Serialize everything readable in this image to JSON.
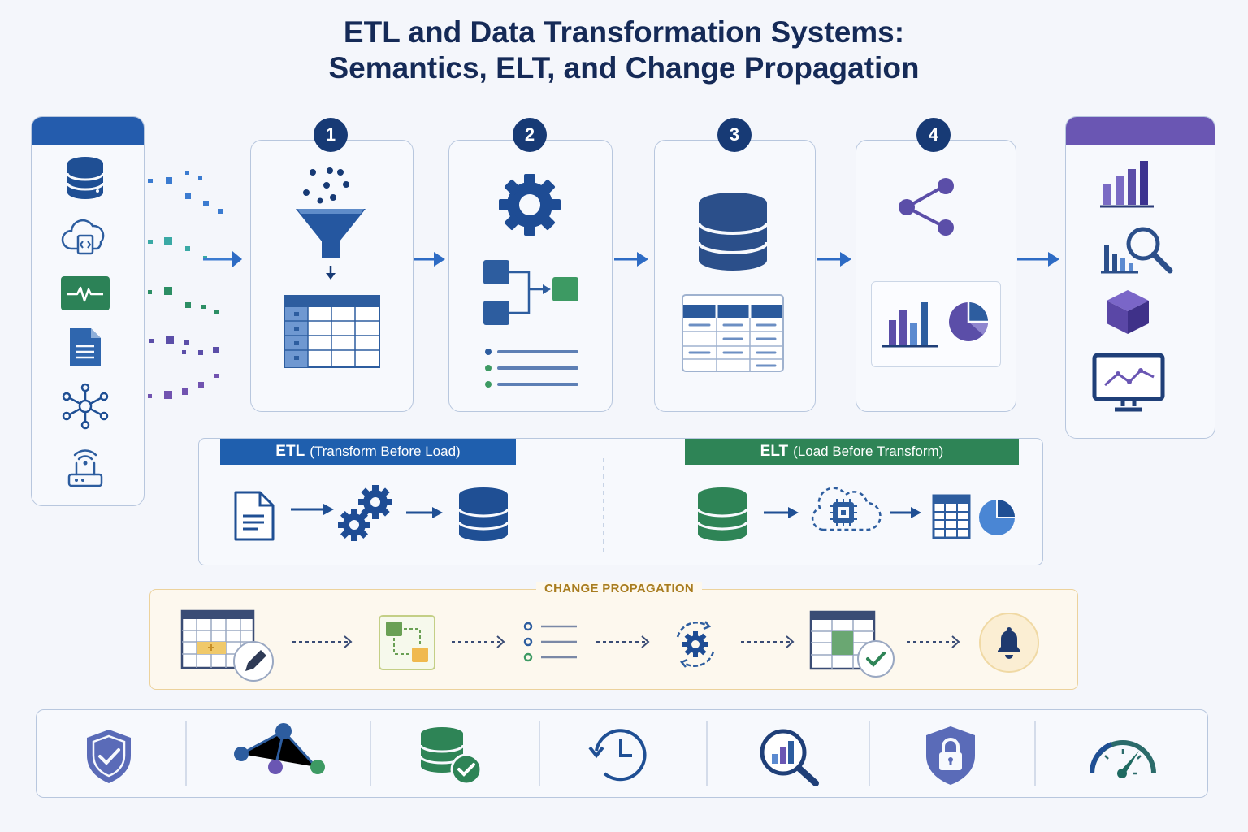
{
  "title": {
    "line1": "ETL and Data Transformation Systems:",
    "line2": "Semantics, ELT, and Change Propagation"
  },
  "sources": {
    "icons": [
      "database-icon",
      "cloud-api-icon",
      "heart-monitor-icon",
      "document-icon",
      "network-hub-icon",
      "wifi-router-icon"
    ]
  },
  "steps": [
    {
      "number": "1",
      "icons": [
        "funnel-icon",
        "staging-table-icon"
      ]
    },
    {
      "number": "2",
      "icons": [
        "gear-icon",
        "mapping-flow-icon",
        "rule-list-icon"
      ]
    },
    {
      "number": "3",
      "icons": [
        "database-icon",
        "warehouse-table-icon"
      ]
    },
    {
      "number": "4",
      "icons": [
        "share-icon",
        "bar-chart-icon",
        "pie-chart-icon"
      ]
    }
  ],
  "consumers": {
    "icons": [
      "bar-chart-icon",
      "analytics-search-icon",
      "cube-icon",
      "monitor-trend-icon"
    ]
  },
  "etl_panel": {
    "key": "ETL",
    "label": "(Transform Before Load)",
    "color": "#1f5fae"
  },
  "elt_panel": {
    "key": "ELT",
    "label": "(Load Before Transform)",
    "color": "#2e8456"
  },
  "change_propagation": {
    "title": "CHANGE PROPAGATION",
    "icons": [
      "edited-table-icon",
      "diff-icon",
      "change-log-icon",
      "sync-gear-icon",
      "updated-table-icon",
      "notification-bell-icon"
    ]
  },
  "bottom_strip": {
    "icons": [
      "security-shield-icon",
      "lineage-graph-icon",
      "validated-data-icon",
      "history-clock-icon",
      "quality-search-icon",
      "access-lock-icon",
      "performance-gauge-icon"
    ]
  },
  "colors": {
    "navy": "#173a75",
    "blue": "#2d5d9f",
    "green": "#2e8456",
    "purple": "#5b4ea8",
    "amber": "#e9b64b"
  }
}
